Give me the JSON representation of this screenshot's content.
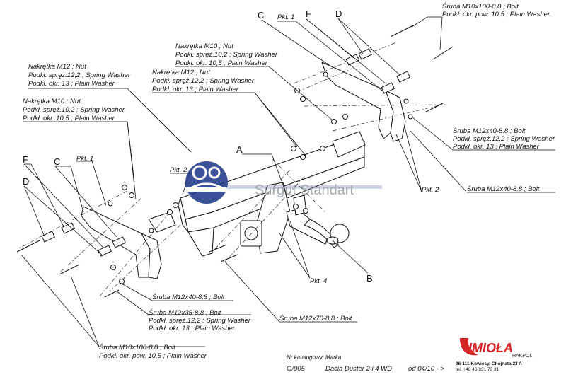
{
  "labels": {
    "nut_m12_top": [
      "Nakrętka  M12 ; Nut",
      "Podkł. spręż.12,2 ; Spring Washer",
      "Podkł. okr. 13 ; Plain Washer"
    ],
    "nut_m10_top": [
      "Nakrętka  M10 ; Nut",
      "Podkł. spręż.10,2 ; Spring Washer",
      "Podkł. okr. 10,5 ; Plain Washer"
    ],
    "nut_m12_left": [
      "Nakrętka  M12 ; Nut",
      "Podkł. spręż.12,2 ; Spring Washer",
      "Podkł. okr. 13 ; Plain Washer"
    ],
    "nut_m10_left": [
      "Nakrętka  M10 ; Nut",
      "Podkł. spręż.10,2 ; Spring Washer",
      "Podkł. okr. 10,5 ; Plain Washer"
    ],
    "bolt_m10x100_top": [
      "Śruba M10x100-8.8 ;  Bolt",
      "Podkł. okr. pow. 10,5 ; Plain Washer"
    ],
    "bolt_m12x40_right": [
      "Śruba M12x40-8.8 ;  Bolt",
      "Podkł. spręż.12,2 ; Spring Washer",
      "Podkł. okr. 13 ; Plain Washer"
    ],
    "bolt_m12x40_right2": "Śruba M12x40-8.8 ;  Bolt",
    "bolt_m12x40_bottom": "Śruba M12x40-8.8 ;  Bolt",
    "bolt_m12x35": [
      "Śruba M12x35-8.8 ;  Bolt",
      "Podkł. spręż.12,2 ; Spring Washer",
      "Podkł. okr. 13 ; Plain Washer"
    ],
    "bolt_m12x70": "Śruba M12x70-8.8 ;  Bolt",
    "bolt_m10x100_bottom": [
      "Śruba M10x100-8.8 ;  Bolt",
      "Podkł. okr. pow. 10,5 ; Plain Washer"
    ],
    "pkt1_top": "Pkt. 1",
    "pkt1_left": "Pkt. 1",
    "pkt2_left": "Pkt. 2",
    "pkt2_right": "Pkt. 2",
    "pkt4": "Pkt. 4",
    "C_top": "C",
    "F_top": "F",
    "D_top": "D",
    "F_left": "F",
    "C_left": "C",
    "D_left": "D",
    "A": "A",
    "B": "B"
  },
  "watermark": "Surgut Standart",
  "footer": {
    "catalog_label": "Nr katalogowy",
    "catalog_value": "G/005",
    "brand_label": "Marka",
    "brand_value": "Dacia Duster 2 i 4 WD",
    "date_value": "od  04/10 - >"
  },
  "logo": {
    "name": "IMIOŁA",
    "sub": "HAKPOL",
    "address": "96-111 Kowiesy, Chojnata 23 A",
    "phone": "tel. +48 46 831 73 31"
  },
  "colors": {
    "logo_red": "#d42424",
    "watermark_blue": "#1f3a8a",
    "watermark_gray": "#9aa0a6"
  }
}
